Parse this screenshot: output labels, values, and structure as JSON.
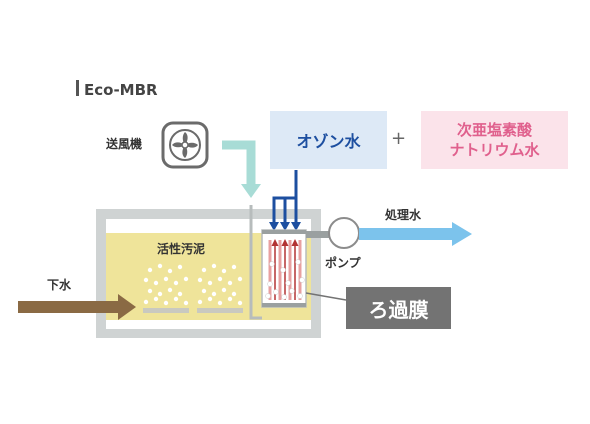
{
  "title": "Eco-MBR",
  "labels": {
    "blower": "送風機",
    "ozone": "オゾン水",
    "plus": "+",
    "naclo_line1": "次亜塩素酸",
    "naclo_line2": "ナトリウム水",
    "treated_water": "処理水",
    "sludge": "活性汚泥",
    "sewage": "下水",
    "pump": "ポンプ",
    "membrane": "ろ過膜"
  },
  "colors": {
    "tank_fill": "#efe49a",
    "tank_frame": "#cfd3d3",
    "ozone_blue": "#1d4fa0",
    "pink": "#e0608d",
    "light_blue": "#7cc3ec",
    "sewage_brown": "#8a6a44",
    "membrane_red": "#b23434",
    "air_teal": "#a8dcd6"
  },
  "icons": [
    "fan-icon"
  ]
}
